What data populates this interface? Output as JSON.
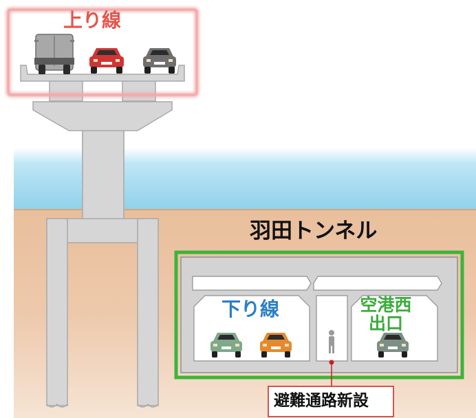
{
  "labels": {
    "inbound_line": "上り線",
    "tunnel_name": "羽田トンネル",
    "outbound_line": "下り線",
    "airport_exit_line1": "空港西",
    "airport_exit_line2": "出口",
    "evacuation_passage": "避難通路新設"
  },
  "colors": {
    "inbound_highlight": "#f2a9a9",
    "inbound_text": "#e8534a",
    "tunnel_highlight": "#3cb43c",
    "outbound_text": "#2a7fc4",
    "exit_text": "#3cab3c",
    "evacuation_marker": "#c8201f",
    "water": "#8fd0ea",
    "ground": "#e3b48d",
    "concrete": "#d8d8d8"
  },
  "icons": [
    "truck-icon",
    "red-car-icon",
    "gray-car-icon",
    "green-car-icon",
    "orange-car-icon",
    "person-icon"
  ]
}
